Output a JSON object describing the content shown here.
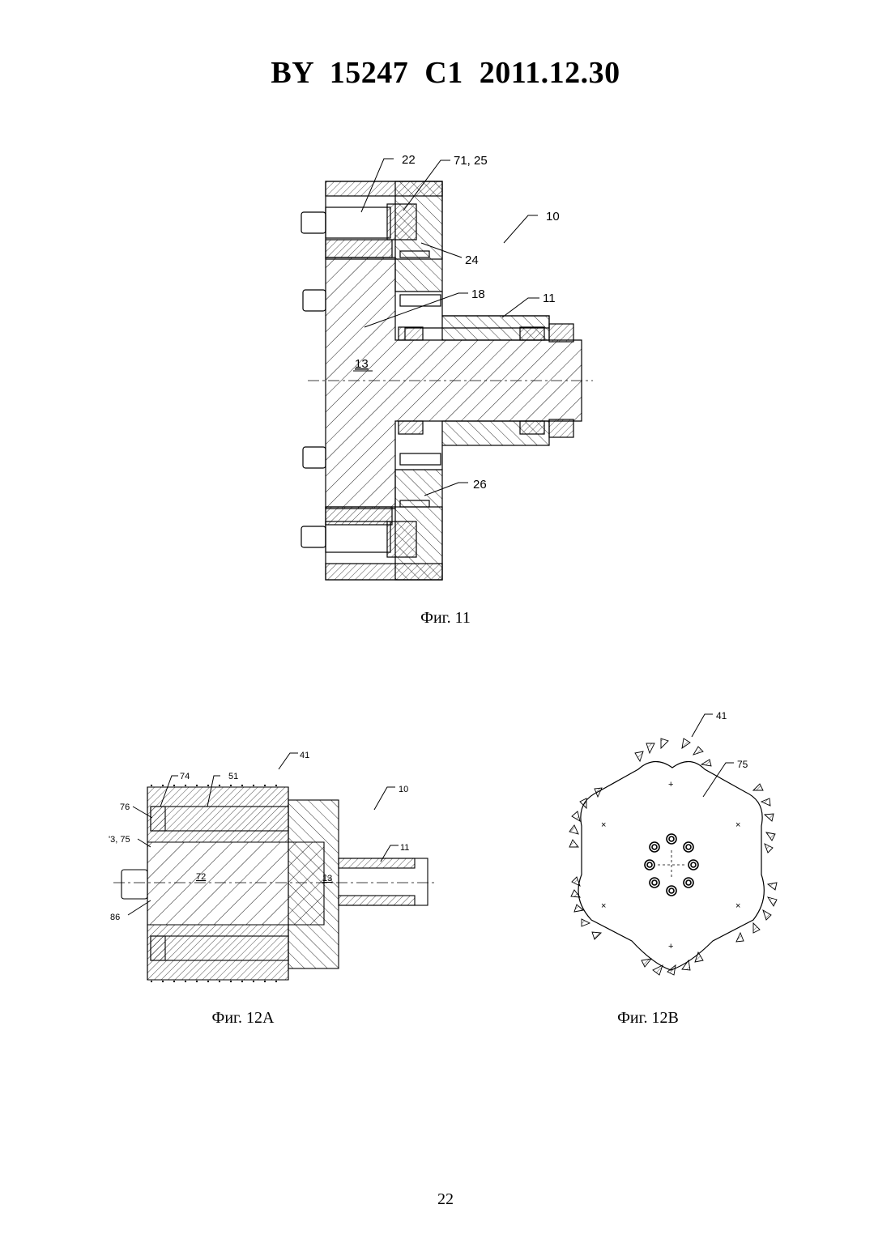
{
  "header": {
    "title": "BY  15247  C1  2011.12.30"
  },
  "fig11": {
    "caption": "Фиг. 11",
    "labels": {
      "l22": "22",
      "l7125": "71, 25",
      "l10": "10",
      "l24": "24",
      "l18": "18",
      "l11": "11",
      "l13": "13",
      "l26": "26"
    }
  },
  "fig12a": {
    "caption": "Фиг. 12А",
    "labels": {
      "l74": "74",
      "l51": "51",
      "l41": "41",
      "l10": "10",
      "l76": "76",
      "l7375": "'3, 75",
      "l11": "11",
      "l72": "72",
      "l13": "13",
      "l86": "86"
    }
  },
  "fig12b": {
    "caption": "Фиг. 12В",
    "labels": {
      "l41": "41",
      "l75": "75"
    }
  },
  "page": {
    "number": "22"
  }
}
